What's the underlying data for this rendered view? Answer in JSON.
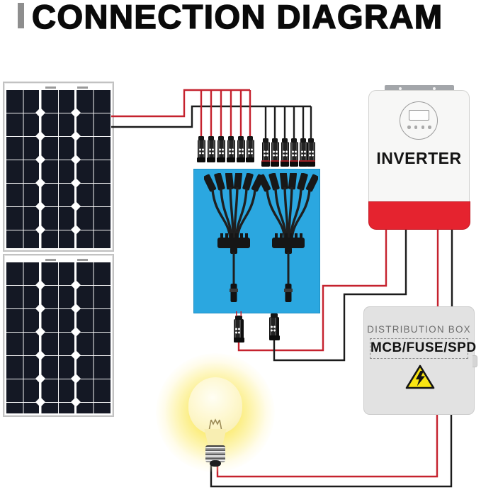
{
  "title": "CONNECTION DIAGRAM",
  "solar_array": {
    "panel_count": 2,
    "panel_type": "mono-solar-panel"
  },
  "pv_strings": {
    "positive_connectors": 6,
    "negative_connectors": 6
  },
  "combiner": {
    "branch_units": 2,
    "ways_per_unit": 6,
    "type": "6-to-1-y-branch-mc4"
  },
  "inverter": {
    "label": "INVERTER"
  },
  "distribution_box": {
    "title": "DISTRIBUTION BOX",
    "subtitle": "MCB/FUSE/SPD",
    "warning_icon": "high-voltage-warning-icon"
  },
  "load": {
    "type": "light-bulb"
  },
  "colors": {
    "positive_wire": "#c5222e",
    "negative_wire": "#1b1b1b",
    "inverter_accent": "#e5232f",
    "combiner_bg": "#2ba7e0",
    "warning_yellow": "#f8e412",
    "panel_cell": "#141824",
    "box_gray": "#e2e2e2",
    "title_bar_gray": "#8e8e8e"
  }
}
